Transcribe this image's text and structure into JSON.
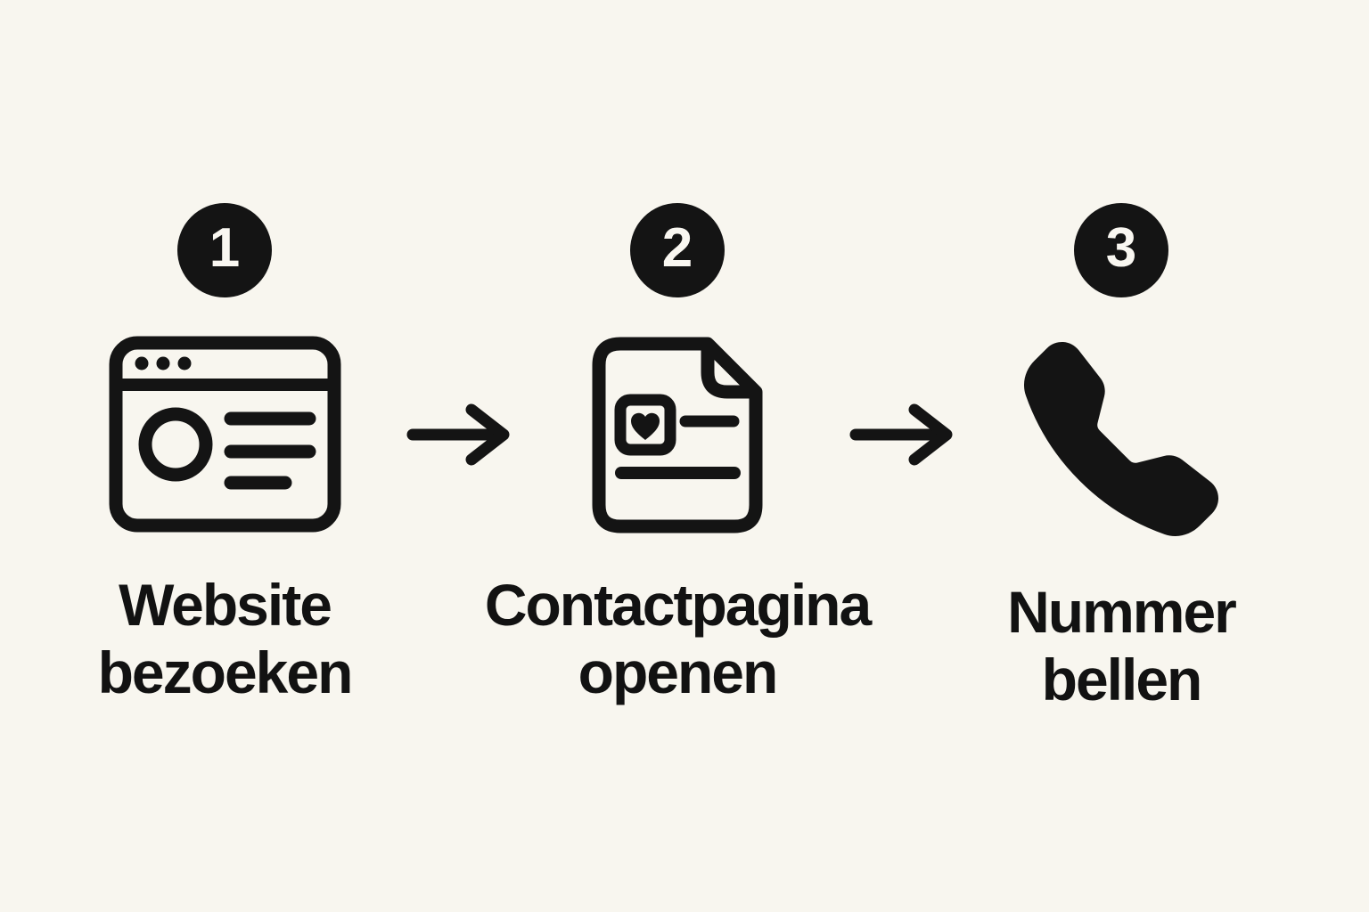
{
  "colors": {
    "background": "#f8f6ef",
    "ink": "#141414",
    "badge_background": "#141414",
    "badge_text": "#f9f7f1",
    "label_text": "#121212"
  },
  "steps": [
    {
      "number": "1",
      "icon": "browser-window-icon",
      "label": [
        "Website",
        "bezoeken"
      ]
    },
    {
      "number": "2",
      "icon": "contact-page-document-icon",
      "label": [
        "Contactpagina",
        "openen"
      ]
    },
    {
      "number": "3",
      "icon": "phone-handset-icon",
      "label": [
        "Nummer",
        "bellen"
      ]
    }
  ],
  "arrows": [
    {
      "icon": "right-arrow-icon"
    },
    {
      "icon": "right-arrow-icon"
    }
  ]
}
